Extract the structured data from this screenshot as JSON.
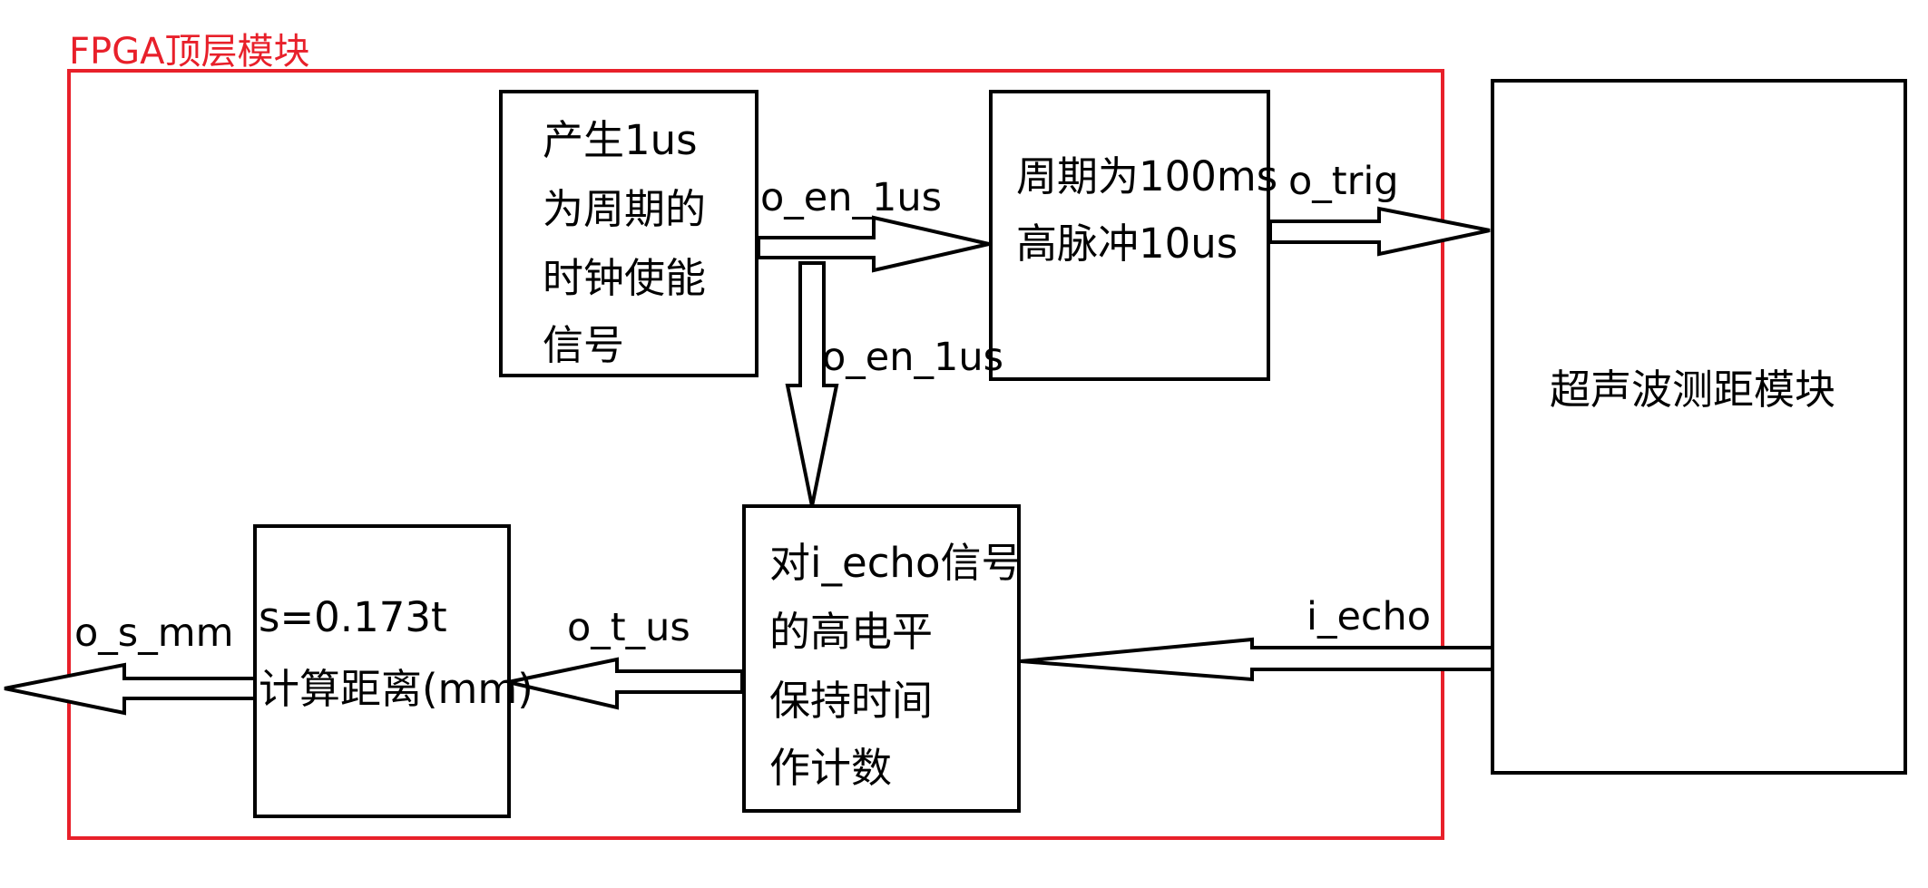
{
  "title": "FPGA顶层模块",
  "colors": {
    "frame": "#e8202a",
    "stroke": "#000000",
    "background": "#ffffff"
  },
  "blocks": {
    "clock_enable": {
      "lines": [
        "产生1us",
        "为周期的",
        "时钟使能",
        "信号"
      ]
    },
    "trigger_gen": {
      "lines": [
        "周期为100ms",
        "高脉冲10us"
      ]
    },
    "echo_counter": {
      "lines": [
        "对i_echo信号",
        "的高电平",
        "保持时间",
        "作计数"
      ]
    },
    "distance_calc": {
      "lines": [
        "s=0.173t",
        "计算距离(mm)"
      ]
    },
    "ultrasonic": {
      "label": "超声波测距模块"
    }
  },
  "signals": {
    "o_en_1us_right": "o_en_1us",
    "o_en_1us_down": "o_en_1us",
    "o_trig": "o_trig",
    "i_echo": "i_echo",
    "o_t_us": "o_t_us",
    "o_s_mm": "o_s_mm"
  }
}
